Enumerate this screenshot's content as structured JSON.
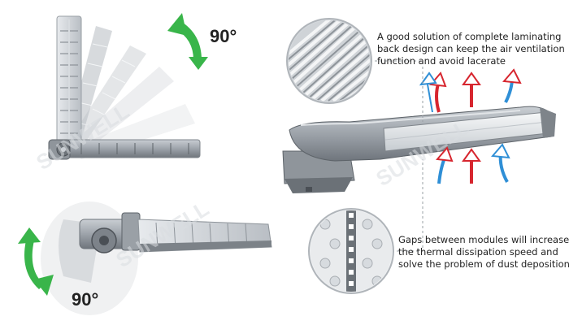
{
  "rotation_top": {
    "angle_label": "90°"
  },
  "rotation_bottom": {
    "angle_label": "90°"
  },
  "callout_top": {
    "lines": [
      "A good solution of complete laminating",
      "back design can keep the air ventilation",
      "function and avoid lacerate"
    ]
  },
  "callout_bottom": {
    "lines": [
      "Gaps between modules will increase",
      "the thermal dissipation speed and",
      "solve the problem of dust deposition"
    ]
  },
  "watermark": "SUNWELL",
  "colors": {
    "rotation_arrow": "#39b54a",
    "hot_air_arrow": "#d7262f",
    "cool_air_arrow": "#2f8fd6",
    "housing": "#a6acb3",
    "leader_line": "#9aa0a6"
  }
}
